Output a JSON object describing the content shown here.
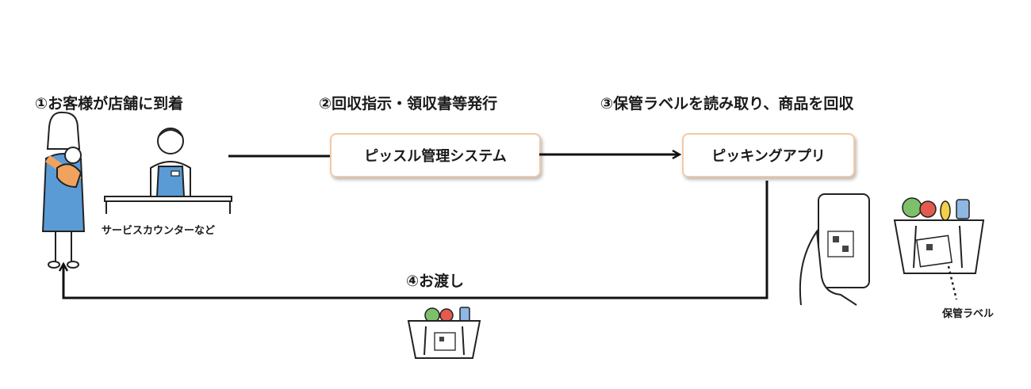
{
  "steps": {
    "step1": "①お客様が店舗に到着",
    "step2": "②回収指示・領収書等発行",
    "step3": "③保管ラベルを読み取り、商品を回収",
    "step4": "④お渡し"
  },
  "boxes": {
    "system": "ピッスル管理システム",
    "app": "ピッキングアプリ"
  },
  "captions": {
    "counter": "サービスカウンターなど",
    "storage_label": "保管ラベル"
  },
  "colors": {
    "box_border": "#f2c9a3",
    "arrow": "#111111",
    "clothing_blue": "#5b9bd5",
    "sling_orange": "#f0a35e"
  }
}
